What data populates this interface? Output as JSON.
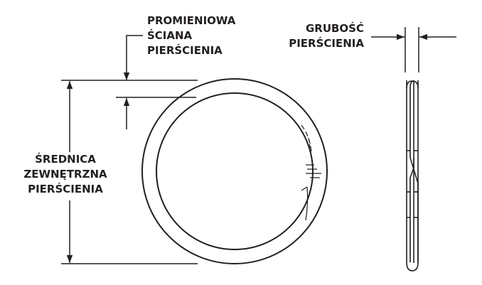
{
  "labels": {
    "radial_wall": [
      "PROMIENIOWA",
      "ŚCIANA",
      "PIERŚCIENIA"
    ],
    "outer_diameter": [
      "ŚREDNICA",
      "ZEWNĘTRZNA",
      "PIERŚCIENIA"
    ],
    "thickness": [
      "GRUBOŚĆ",
      "PIERŚCIENIA"
    ]
  },
  "colors": {
    "line": "#231f20",
    "background": "#ffffff"
  }
}
